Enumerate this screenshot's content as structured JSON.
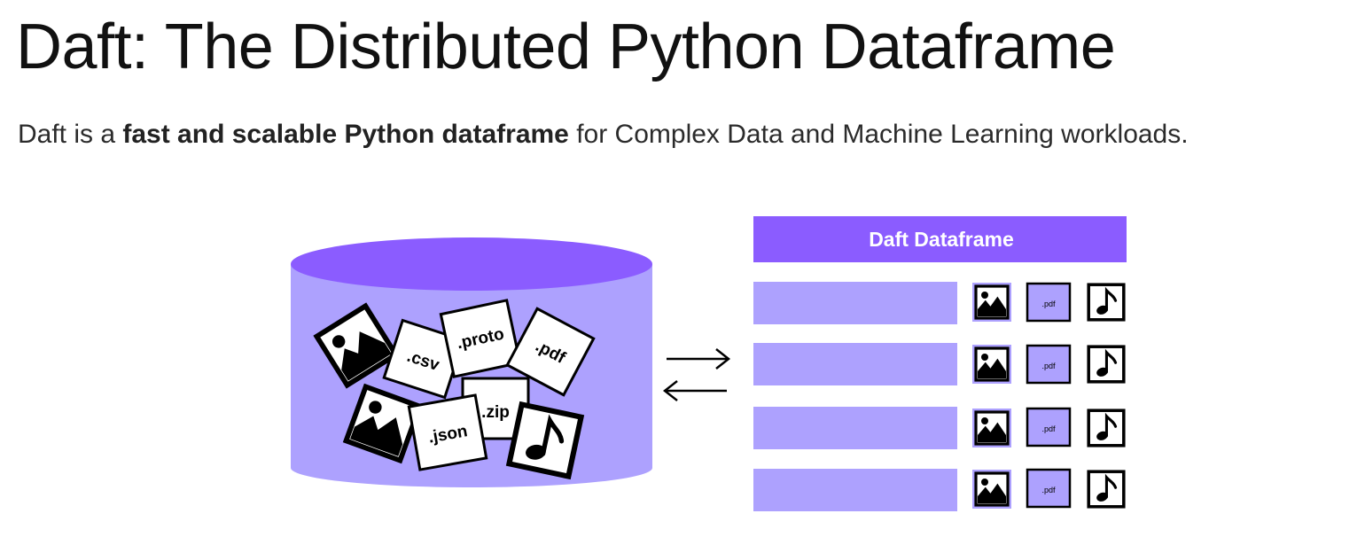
{
  "page": {
    "title": "Daft: The Distributed Python Dataframe",
    "intro": {
      "prefix": "Daft is a ",
      "emphasis": "fast and scalable Python dataframe",
      "suffix": " for Complex Data and Machine Learning workloads."
    }
  },
  "diagram": {
    "storage_files": [
      ".csv",
      ".proto",
      ".pdf",
      ".zip",
      ".json"
    ],
    "storage_icons": [
      "image-icon",
      "image-icon",
      "music-note-icon"
    ],
    "arrows": [
      "arrow-right-icon",
      "arrow-left-icon"
    ],
    "dataframe": {
      "header": "Daft Dataframe",
      "row_count": 4,
      "cell_pdf_label": ".pdf",
      "cell_icons": [
        "image-icon",
        "pdf-icon",
        "music-note-icon"
      ]
    },
    "colors": {
      "cylinder_body": "#ada1fe",
      "cylinder_top": "#8b5cff",
      "header_bg": "#8b5cff",
      "row_bg": "#ada1fe",
      "ink": "#000000"
    }
  }
}
